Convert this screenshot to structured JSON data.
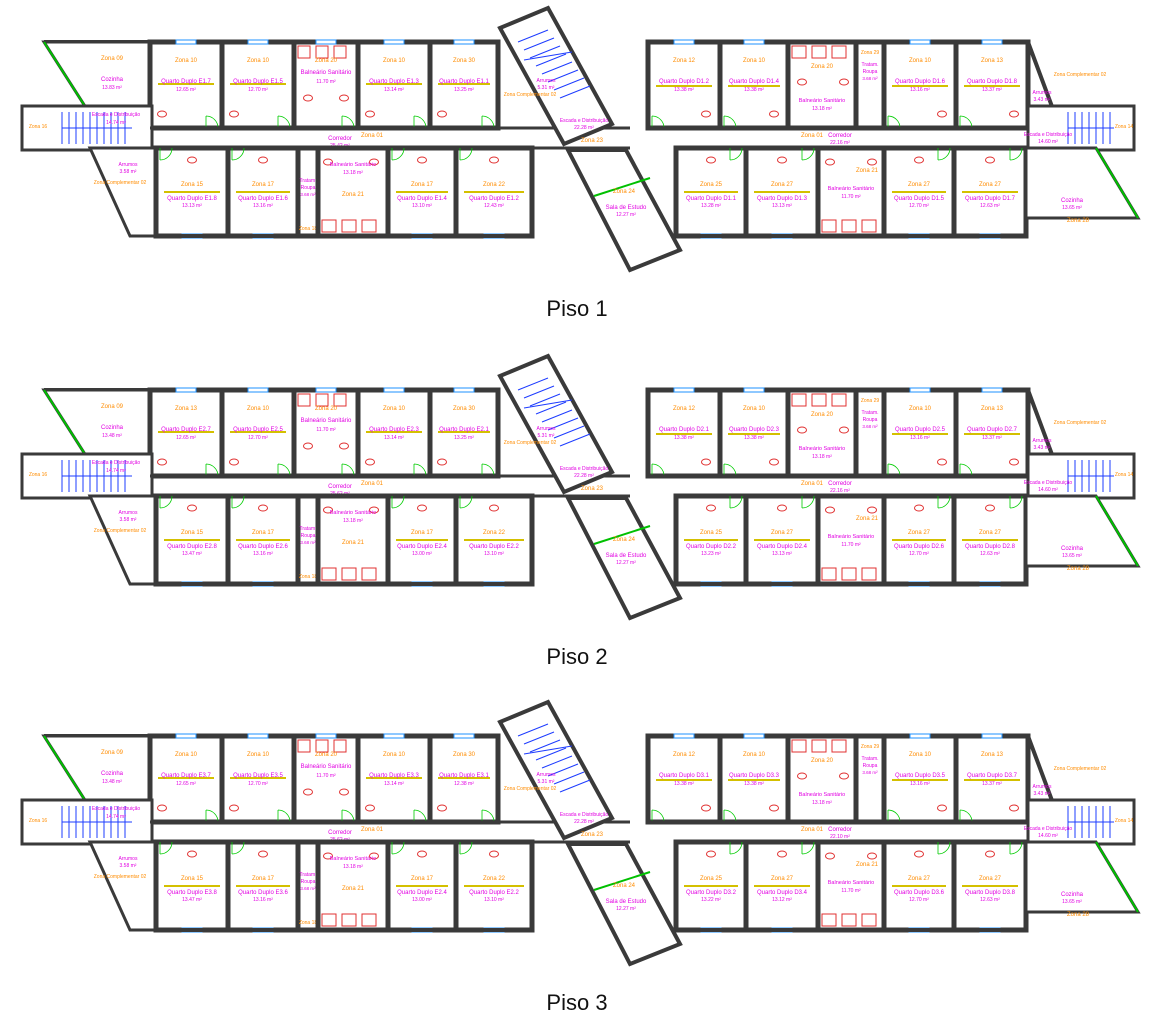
{
  "colors": {
    "wall": "#3a3a3a",
    "room_label": "#e200e2",
    "zone_label": "#ff8c00",
    "door": "#00cc00",
    "window": "#1e90ff",
    "fixture": "#e03030",
    "stair": "#1e3cff",
    "glazing": "#00c000"
  },
  "floors": [
    {
      "caption": "Piso 1",
      "left_wing": {
        "top_rooms": [
          {
            "zone": "Zona 09",
            "name": "Cozinha",
            "area": "13.83 m²",
            "type": "kitchen"
          },
          {
            "zone": "Zona 10",
            "name": "Quarto Duplo E1.7",
            "area": "12.65 m²",
            "type": "room"
          },
          {
            "zone": "Zona 10",
            "name": "Quarto Duplo E1.5",
            "area": "12.70 m²",
            "type": "room"
          },
          {
            "zone": "Zona 20",
            "name": "Balneário Sanitário",
            "area": "11.70 m²",
            "type": "bath"
          },
          {
            "zone": "Zona 10",
            "name": "Quarto Duplo E1.3",
            "area": "13.14 m²",
            "type": "room"
          },
          {
            "zone": "Zona 30",
            "name": "Quarto Duplo E1.1",
            "area": "13.25 m²",
            "type": "room"
          }
        ],
        "bottom_rooms": [
          {
            "zone": "Zona 16",
            "name": "Escada e Distribuição",
            "area": "14.74 m²",
            "type": "stair"
          },
          {
            "zone": "Zona 15",
            "name": "Quarto Duplo E1.8",
            "area": "13.13 m²",
            "type": "room"
          },
          {
            "zone": "Zona 17",
            "name": "Quarto Duplo E1.6",
            "area": "13.16 m²",
            "type": "room"
          },
          {
            "zone": "Zona 18",
            "name": "Tratam. Roupa",
            "area": "3.68 m²",
            "type": "laundry"
          },
          {
            "zone": "Zona 21",
            "name": "Balneário Sanitário",
            "area": "13.18 m²",
            "type": "bath"
          },
          {
            "zone": "Zona 17",
            "name": "Quarto Duplo E1.4",
            "area": "13.10 m²",
            "type": "room"
          },
          {
            "zone": "Zona 22",
            "name": "Quarto Duplo E1.2",
            "area": "12.43 m²",
            "type": "room"
          }
        ],
        "corridor": {
          "zone": "Zona 01",
          "name": "Corredor",
          "area": "25.42 m²"
        },
        "storage": {
          "name": "Arrumos",
          "area": "3.58 m²",
          "zone": "Zona Complementar 02"
        }
      },
      "center": {
        "stair": {
          "zone": "Zona 23",
          "name": "Escada e Distribuição",
          "area": "22.28 m²"
        },
        "storage": {
          "name": "Arrumos",
          "area": "5.31 m²",
          "zone": "Zona Complementar 02"
        },
        "study": {
          "zone": "Zona 24",
          "name": "Sala de Estudo",
          "area": "12.27 m²"
        }
      },
      "right_wing": {
        "top_rooms": [
          {
            "zone": "Zona 12",
            "name": "Quarto Duplo D1.2",
            "area": "13.38 m²",
            "type": "room"
          },
          {
            "zone": "Zona 10",
            "name": "Quarto Duplo D1.4",
            "area": "13.38 m²",
            "type": "room"
          },
          {
            "zone": "Zona 20",
            "name": "Balneário Sanitário",
            "area": "13.18 m²",
            "type": "bath"
          },
          {
            "zone": "Zona 29",
            "name": "Tratam. Roupa",
            "area": "3.68 m²",
            "type": "laundry"
          },
          {
            "zone": "Zona 10",
            "name": "Quarto Duplo D1.6",
            "area": "13.16 m²",
            "type": "room"
          },
          {
            "zone": "Zona 13",
            "name": "Quarto Duplo D1.8",
            "area": "13.37 m²",
            "type": "room"
          }
        ],
        "bottom_rooms": [
          {
            "zone": "Zona 25",
            "name": "Quarto Duplo D1.1",
            "area": "13.28 m²",
            "type": "room"
          },
          {
            "zone": "Zona 27",
            "name": "Quarto Duplo D1.3",
            "area": "13.13 m²",
            "type": "room"
          },
          {
            "zone": "Zona 21",
            "name": "Balneário Sanitário",
            "area": "11.70 m²",
            "type": "bath"
          },
          {
            "zone": "Zona 27",
            "name": "Quarto Duplo D1.5",
            "area": "12.70 m²",
            "type": "room"
          },
          {
            "zone": "Zona 27",
            "name": "Quarto Duplo D1.7",
            "area": "12.63 m²",
            "type": "room"
          },
          {
            "zone": "Zona 28",
            "name": "Cozinha",
            "area": "13.65 m²",
            "type": "kitchen"
          }
        ],
        "corridor": {
          "zone": "Zona 01",
          "name": "Corredor",
          "area": "22.16 m²"
        },
        "storage": {
          "name": "Arrumos",
          "area": "3.43 m²",
          "zone": "Zona Complementar 02"
        },
        "stair": {
          "zone": "Zona 14",
          "name": "Escada e Distribuição",
          "area": "14.60 m²"
        }
      }
    },
    {
      "caption": "Piso 2",
      "left_wing": {
        "top_rooms": [
          {
            "zone": "Zona 09",
            "name": "Cozinha",
            "area": "13.48 m²",
            "type": "kitchen"
          },
          {
            "zone": "Zona 13",
            "name": "Quarto Duplo E2.7",
            "area": "12.65 m²",
            "type": "room"
          },
          {
            "zone": "Zona 10",
            "name": "Quarto Duplo E2.5",
            "area": "12.70 m²",
            "type": "room"
          },
          {
            "zone": "Zona 20",
            "name": "Balneário Sanitário",
            "area": "11.70 m²",
            "type": "bath"
          },
          {
            "zone": "Zona 10",
            "name": "Quarto Duplo E2.3",
            "area": "13.14 m²",
            "type": "room"
          },
          {
            "zone": "Zona 30",
            "name": "Quarto Duplo E2.1",
            "area": "13.25 m²",
            "type": "room"
          }
        ],
        "bottom_rooms": [
          {
            "zone": "Zona 16",
            "name": "Escada e Distribuição",
            "area": "14.74 m²",
            "type": "stair"
          },
          {
            "zone": "Zona 15",
            "name": "Quarto Duplo E2.8",
            "area": "13.47 m²",
            "type": "room"
          },
          {
            "zone": "Zona 17",
            "name": "Quarto Duplo E2.6",
            "area": "13.16 m²",
            "type": "room"
          },
          {
            "zone": "Zona 18",
            "name": "Tratam. Roupa",
            "area": "3.68 m²",
            "type": "laundry"
          },
          {
            "zone": "Zona 21",
            "name": "Balneário Sanitário",
            "area": "13.18 m²",
            "type": "bath"
          },
          {
            "zone": "Zona 17",
            "name": "Quarto Duplo E2.4",
            "area": "13.00 m²",
            "type": "room"
          },
          {
            "zone": "Zona 22",
            "name": "Quarto Duplo E2.2",
            "area": "13.10 m²",
            "type": "room"
          }
        ],
        "corridor": {
          "zone": "Zona 01",
          "name": "Corredor",
          "area": "25.62 m²"
        },
        "storage": {
          "name": "Arrumos",
          "area": "3.58 m²",
          "zone": "Zona Complementar 02"
        }
      },
      "center": {
        "stair": {
          "zone": "Zona 23",
          "name": "Escada e Distribuição",
          "area": "22.28 m²"
        },
        "storage": {
          "name": "Arrumos",
          "area": "5.31 m²",
          "zone": "Zona Complementar 02"
        },
        "study": {
          "zone": "Zona 24",
          "name": "Sala de Estudo",
          "area": "12.27 m²"
        }
      },
      "right_wing": {
        "top_rooms": [
          {
            "zone": "Zona 12",
            "name": "Quarto Duplo D2.1",
            "area": "13.38 m²",
            "type": "room"
          },
          {
            "zone": "Zona 10",
            "name": "Quarto Duplo D2.3",
            "area": "13.38 m²",
            "type": "room"
          },
          {
            "zone": "Zona 20",
            "name": "Balneário Sanitário",
            "area": "13.18 m²",
            "type": "bath"
          },
          {
            "zone": "Zona 29",
            "name": "Tratam. Roupa",
            "area": "3.68 m²",
            "type": "laundry"
          },
          {
            "zone": "Zona 10",
            "name": "Quarto Duplo D2.5",
            "area": "13.16 m²",
            "type": "room"
          },
          {
            "zone": "Zona 13",
            "name": "Quarto Duplo D2.7",
            "area": "13.37 m²",
            "type": "room"
          }
        ],
        "bottom_rooms": [
          {
            "zone": "Zona 25",
            "name": "Quarto Duplo D2.2",
            "area": "13.23 m²",
            "type": "room"
          },
          {
            "zone": "Zona 27",
            "name": "Quarto Duplo D2.4",
            "area": "13.13 m²",
            "type": "room"
          },
          {
            "zone": "Zona 21",
            "name": "Balneário Sanitário",
            "area": "11.70 m²",
            "type": "bath"
          },
          {
            "zone": "Zona 27",
            "name": "Quarto Duplo D2.6",
            "area": "12.70 m²",
            "type": "room"
          },
          {
            "zone": "Zona 27",
            "name": "Quarto Duplo D2.8",
            "area": "12.63 m²",
            "type": "room"
          },
          {
            "zone": "Zona 28",
            "name": "Cozinha",
            "area": "13.65 m²",
            "type": "kitchen"
          }
        ],
        "corridor": {
          "zone": "Zona 01",
          "name": "Corredor",
          "area": "22.16 m²"
        },
        "storage": {
          "name": "Arrumos",
          "area": "3.43 m²",
          "zone": "Zona Complementar 02"
        },
        "stair": {
          "zone": "Zona 14",
          "name": "Escada e Distribuição",
          "area": "14.60 m²"
        }
      }
    },
    {
      "caption": "Piso 3",
      "left_wing": {
        "top_rooms": [
          {
            "zone": "Zona 09",
            "name": "Cozinha",
            "area": "13.48 m²",
            "type": "kitchen"
          },
          {
            "zone": "Zona 10",
            "name": "Quarto Duplo E3.7",
            "area": "12.65 m²",
            "type": "room"
          },
          {
            "zone": "Zona 10",
            "name": "Quarto Duplo E3.5",
            "area": "12.70 m²",
            "type": "room"
          },
          {
            "zone": "Zona 20",
            "name": "Balneário Sanitário",
            "area": "11.70 m²",
            "type": "bath"
          },
          {
            "zone": "Zona 10",
            "name": "Quarto Duplo E3.3",
            "area": "13.14 m²",
            "type": "room"
          },
          {
            "zone": "Zona 30",
            "name": "Quarto Duplo E3.1",
            "area": "12.38 m²",
            "type": "room"
          }
        ],
        "bottom_rooms": [
          {
            "zone": "Zona 16",
            "name": "Escada e Distribuição",
            "area": "14.74 m²",
            "type": "stair"
          },
          {
            "zone": "Zona 15",
            "name": "Quarto Duplo E3.8",
            "area": "13.47 m²",
            "type": "room"
          },
          {
            "zone": "Zona 17",
            "name": "Quarto Duplo E3.6",
            "area": "13.16 m²",
            "type": "room"
          },
          {
            "zone": "Zona 18",
            "name": "Tratam. Roupa",
            "area": "3.68 m²",
            "type": "laundry"
          },
          {
            "zone": "Zona 21",
            "name": "Balneário Sanitário",
            "area": "13.18 m²",
            "type": "bath"
          },
          {
            "zone": "Zona 17",
            "name": "Quarto Duplo E2.4",
            "area": "13.00 m²",
            "type": "room"
          },
          {
            "zone": "Zona 22",
            "name": "Quarto Duplo E2.2",
            "area": "13.10 m²",
            "type": "room"
          }
        ],
        "corridor": {
          "zone": "Zona 01",
          "name": "Corredor",
          "area": "25.62 m²"
        },
        "storage": {
          "name": "Arrumos",
          "area": "3.58 m²",
          "zone": "Zona Complementar 02"
        }
      },
      "center": {
        "stair": {
          "zone": "Zona 23",
          "name": "Escada e Distribuição",
          "area": "22.28 m²"
        },
        "storage": {
          "name": "Arrumos",
          "area": "5.31 m²",
          "zone": "Zona Complementar 02"
        },
        "study": {
          "zone": "Zona 24",
          "name": "Sala de Estudo",
          "area": "12.27 m²"
        }
      },
      "right_wing": {
        "top_rooms": [
          {
            "zone": "Zona 12",
            "name": "Quarto Duplo D3.1",
            "area": "13.38 m²",
            "type": "room"
          },
          {
            "zone": "Zona 10",
            "name": "Quarto Duplo D3.3",
            "area": "13.38 m²",
            "type": "room"
          },
          {
            "zone": "Zona 20",
            "name": "Balneário Sanitário",
            "area": "13.18 m²",
            "type": "bath"
          },
          {
            "zone": "Zona 29",
            "name": "Tratam. Roupa",
            "area": "3.68 m²",
            "type": "laundry"
          },
          {
            "zone": "Zona 10",
            "name": "Quarto Duplo D3.5",
            "area": "13.16 m²",
            "type": "room"
          },
          {
            "zone": "Zona 13",
            "name": "Quarto Duplo D3.7",
            "area": "13.37 m²",
            "type": "room"
          }
        ],
        "bottom_rooms": [
          {
            "zone": "Zona 25",
            "name": "Quarto Duplo D3.2",
            "area": "13.22 m²",
            "type": "room"
          },
          {
            "zone": "Zona 27",
            "name": "Quarto Duplo D3.4",
            "area": "13.12 m²",
            "type": "room"
          },
          {
            "zone": "Zona 21",
            "name": "Balneário Sanitário",
            "area": "11.70 m²",
            "type": "bath"
          },
          {
            "zone": "Zona 27",
            "name": "Quarto Duplo D3.6",
            "area": "12.70 m²",
            "type": "room"
          },
          {
            "zone": "Zona 27",
            "name": "Quarto Duplo D3.8",
            "area": "12.63 m²",
            "type": "room"
          },
          {
            "zone": "Zona 28",
            "name": "Cozinha",
            "area": "13.65 m²",
            "type": "kitchen"
          }
        ],
        "corridor": {
          "zone": "Zona 01",
          "name": "Corredor",
          "area": "22.10 m²"
        },
        "storage": {
          "name": "Arrumos",
          "area": "3.43 m²",
          "zone": "Zona Complementar 02"
        },
        "stair": {
          "zone": "Zona 14",
          "name": "Escada e Distribuição",
          "area": "14.60 m²"
        }
      }
    }
  ]
}
